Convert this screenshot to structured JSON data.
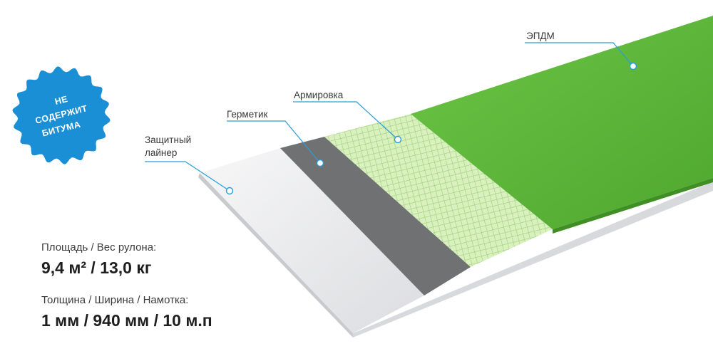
{
  "badge": {
    "line1": "НЕ",
    "line2": "СОДЕРЖИТ",
    "line3": "БИТУМА",
    "color": "#1b8fd6"
  },
  "layers": {
    "epdm": "ЭПДМ",
    "reinforcement": "Армировка",
    "sealant": "Герметик",
    "liner_line1": "Защитный",
    "liner_line2": "лайнер"
  },
  "specs": {
    "area_weight_label": "Площадь / Вес рулона:",
    "area_weight_value": "9,4 м² / 13,0 кг",
    "dims_label": "Толщина / Ширина / Намотка:",
    "dims_value": "1 мм / 940 мм / 10 м.п"
  },
  "colors": {
    "epdm": "#5eb83a",
    "reinforcement": "#d9f0bf",
    "sealant": "#6f7173",
    "liner": "#ececee",
    "callout": "#2a9dd8"
  }
}
